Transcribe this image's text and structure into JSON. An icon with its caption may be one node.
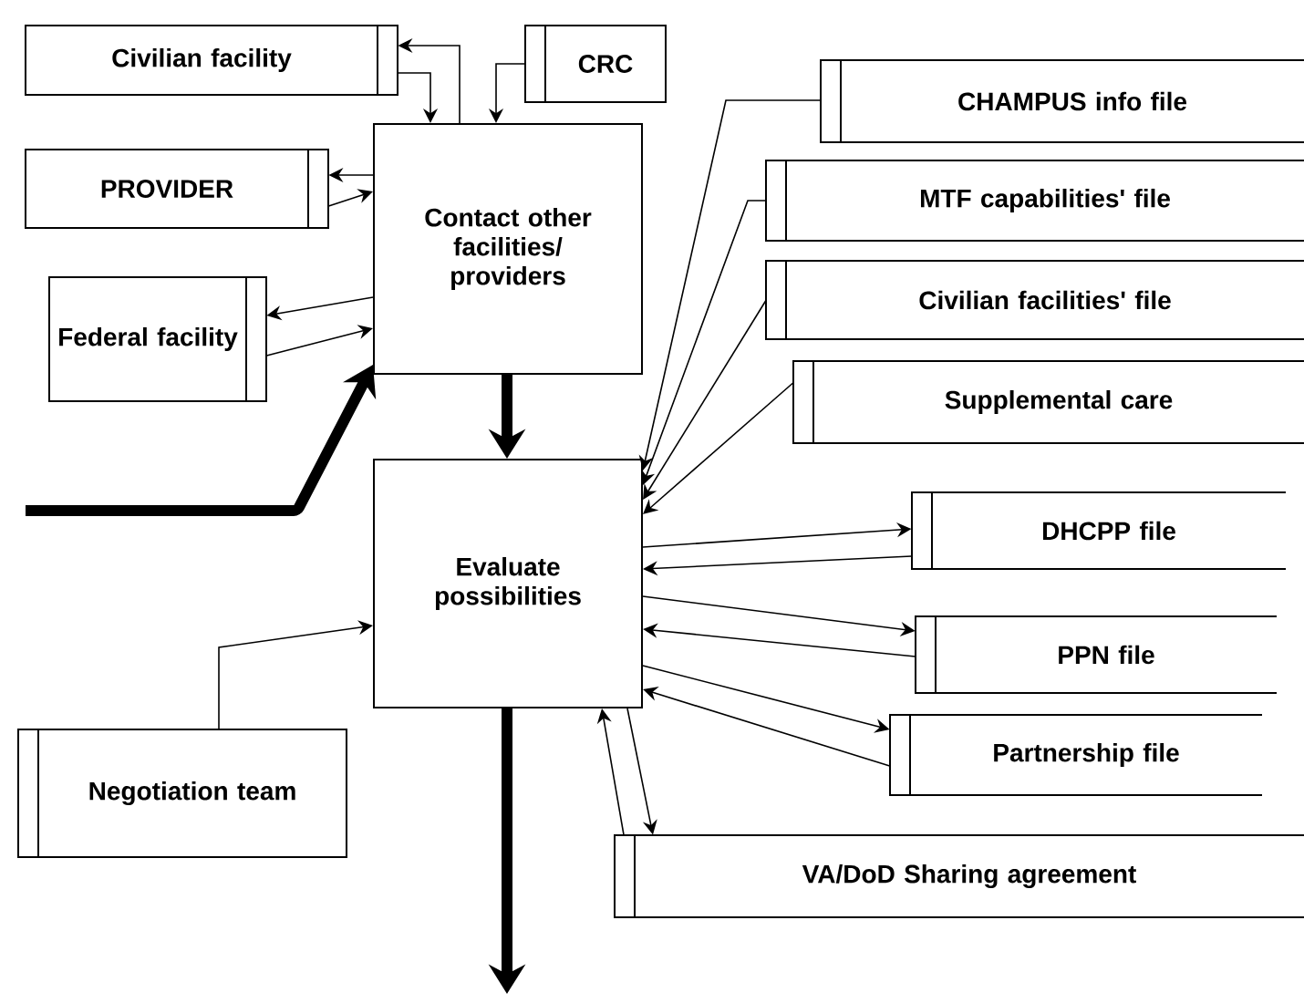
{
  "diagram": {
    "nodes": [
      {
        "text": [
          "Civilian facility"
        ]
      },
      {
        "text": [
          "CRC"
        ]
      },
      {
        "text": [
          "Contact other facilities/ providers"
        ]
      },
      {
        "text": [
          "PROVIDER"
        ]
      },
      {
        "text": [
          "Federal facility"
        ]
      },
      {
        "text": [
          "CHAMPUS info file"
        ]
      },
      {
        "text": [
          "MTF capabilities' file"
        ]
      },
      {
        "text": [
          "Civilian facilities' file"
        ]
      },
      {
        "text": [
          "Supplemental care"
        ]
      },
      {
        "text": [
          "Evaluate possibilities"
        ]
      },
      {
        "text": [
          "DHCPP file"
        ]
      },
      {
        "text": [
          "PPN file"
        ]
      },
      {
        "text": [
          "Partnership file"
        ]
      },
      {
        "text": [
          "Negotiation team"
        ]
      },
      {
        "text": [
          "VA/DoD Sharing agreement"
        ]
      }
    ],
    "edges": [
      {
        "from": 2,
        "to": 0,
        "arrow": "to"
      },
      {
        "from": 0,
        "to": 2,
        "arrow": "to"
      },
      {
        "from": 1,
        "to": 2,
        "arrow": "to"
      },
      {
        "from": 2,
        "to": 3,
        "arrow": "to"
      },
      {
        "from": 3,
        "to": 2,
        "arrow": "to"
      },
      {
        "from": 2,
        "to": 4,
        "arrow": "to"
      },
      {
        "from": 4,
        "to": 2,
        "arrow": "to"
      },
      {
        "from": null,
        "to": 2,
        "arrow": "to",
        "style": "thick"
      },
      {
        "from": 2,
        "to": 9,
        "arrow": "to",
        "style": "thick"
      },
      {
        "from": 5,
        "to": 9,
        "arrow": "to"
      },
      {
        "from": 6,
        "to": 9,
        "arrow": "to"
      },
      {
        "from": 7,
        "to": 9,
        "arrow": "to"
      },
      {
        "from": 8,
        "to": 9,
        "arrow": "to"
      },
      {
        "from": 9,
        "to": 10,
        "arrow": "to"
      },
      {
        "from": 10,
        "to": 9,
        "arrow": "to"
      },
      {
        "from": 9,
        "to": 11,
        "arrow": "to"
      },
      {
        "from": 11,
        "to": 9,
        "arrow": "to"
      },
      {
        "from": 9,
        "to": 12,
        "arrow": "to"
      },
      {
        "from": 12,
        "to": 9,
        "arrow": "to"
      },
      {
        "from": 14,
        "to": 9,
        "arrow": "to"
      },
      {
        "from": 9,
        "to": 14,
        "arrow": "to"
      },
      {
        "from": 13,
        "to": 9,
        "arrow": "to"
      },
      {
        "from": 9,
        "to": null,
        "arrow": "to",
        "style": "thick"
      }
    ]
  }
}
